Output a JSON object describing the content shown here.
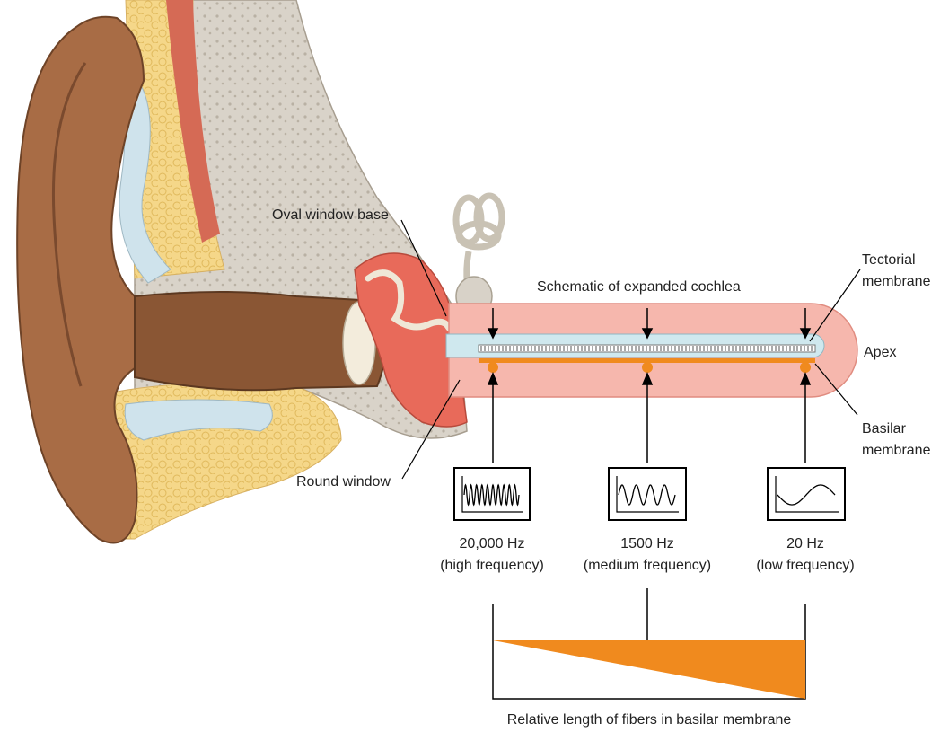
{
  "labels": {
    "oval_window": "Oval window base",
    "round_window": "Round window",
    "schematic": "Schematic of expanded cochlea",
    "tectorial_line1": "Tectorial",
    "tectorial_line2": "membrane",
    "apex": "Apex",
    "basilar_line1": "Basilar",
    "basilar_line2": "membrane",
    "fibers": "Relative length of fibers in basilar membrane"
  },
  "frequencies": [
    {
      "hz": "20,000 Hz",
      "desc": "(high frequency)",
      "cycles": 10
    },
    {
      "hz": "1500 Hz",
      "desc": "(medium frequency)",
      "cycles": 4
    },
    {
      "hz": "20 Hz",
      "desc": "(low frequency)",
      "cycles": 1
    }
  ],
  "colors": {
    "skin": "#a86c45",
    "skin_dark": "#7a4a2e",
    "bone": "#d8d2c8",
    "fat": "#f4d58a",
    "cartilage": "#cfe3ec",
    "cochlea_outer": "#f6b7ad",
    "cochlea_inner": "#cfe8ee",
    "membrane": "#f08a1e",
    "middle_ear": "#e86a5a"
  }
}
